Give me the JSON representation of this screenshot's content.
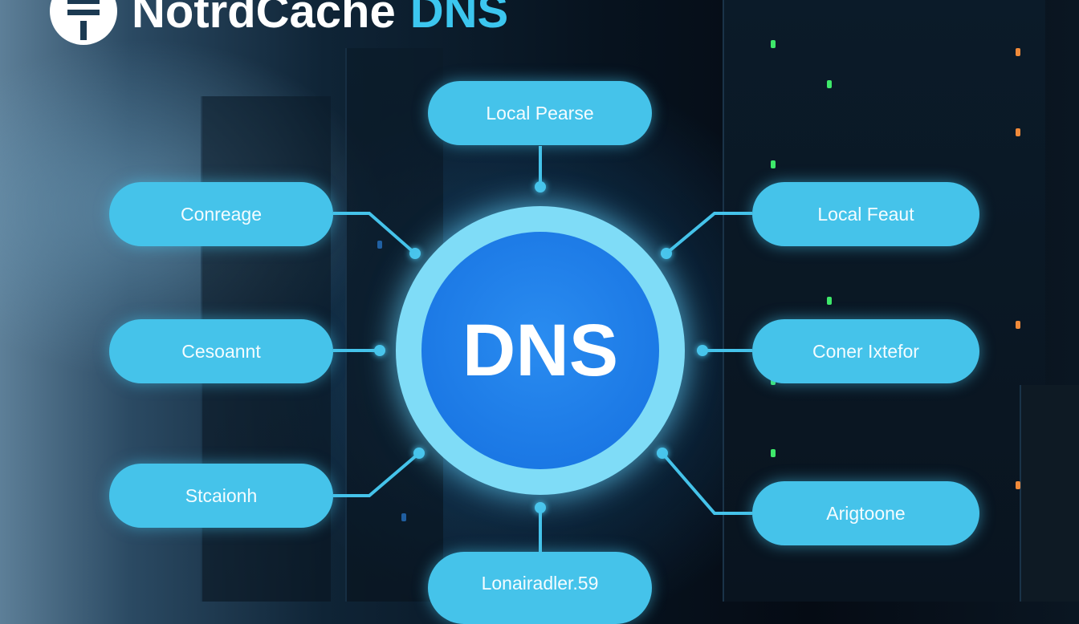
{
  "header": {
    "title_main": "NotrdCache",
    "title_accent": "DNS"
  },
  "hub": {
    "label": "DNS"
  },
  "nodes": {
    "top": "Local Pearse",
    "left_1": "Conreage",
    "left_2": "Cesoannt",
    "left_3": "Stcaionh",
    "right_1": "Local Feaut",
    "right_2": "Coner Ixtefor",
    "right_3": "Arigtoone",
    "bottom": "Lonairadler.59"
  },
  "colors": {
    "pill": "#45c3ea",
    "hub": "#1a78e6",
    "hub_ring": "#7fdcf7",
    "accent": "#3cc6ef"
  }
}
